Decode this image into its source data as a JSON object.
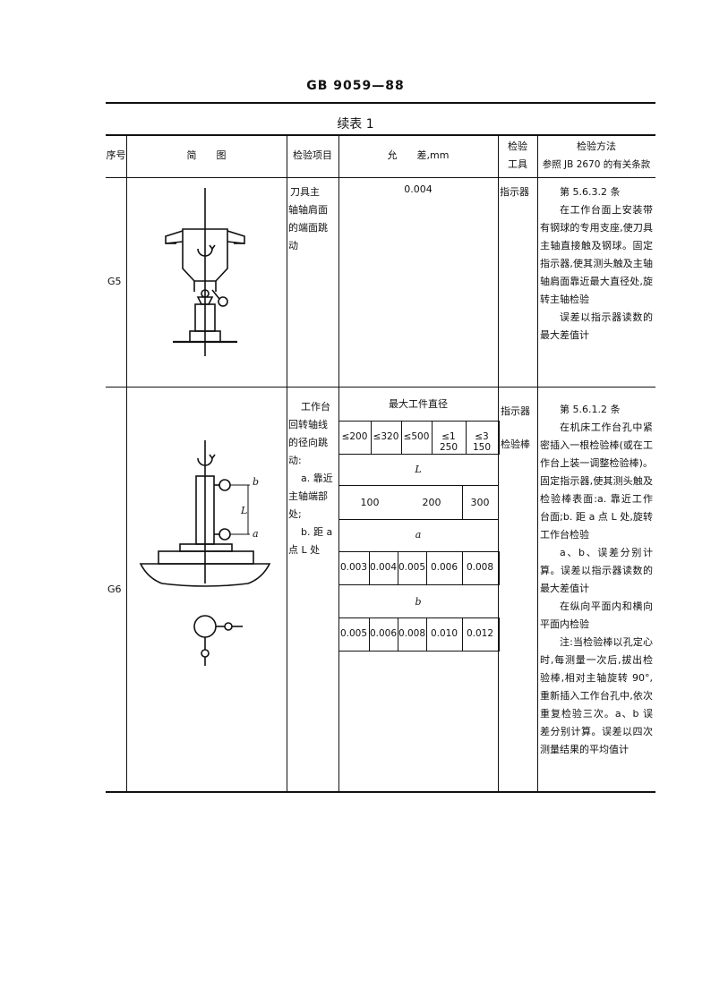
{
  "header": {
    "std_number": "GB 9059—88",
    "caption": "续表 1"
  },
  "table_headers": {
    "seq": "序号",
    "diagram": "简　　图",
    "item": "检验项目",
    "tolerance": "允　　差,mm",
    "tool_line1": "检验",
    "tool_line2": "工具",
    "method_line1": "检验方法",
    "method_line2": "参照 JB 2670 的有关条款"
  },
  "rows": [
    {
      "id": "G5",
      "item_lines": [
        "刀具主",
        "轴轴肩面",
        "的端面跳",
        "动"
      ],
      "tolerance": "0.004",
      "tool": "指示器",
      "method": [
        "第 5.6.3.2 条",
        "在工作台面上安装带有钢球的专用支座,使刀具主轴直接触及钢球。固定指示器,使其测头触及主轴轴肩面靠近最大直径处,旋转主轴检验",
        "误差以指示器读数的最大差值计"
      ]
    },
    {
      "id": "G6",
      "item_lines": [
        "工作台",
        "回转轴线",
        "的径向跳",
        "动:",
        "a. 靠近",
        "主轴端部",
        "处;",
        "b. 距 a",
        "点 L 处"
      ],
      "tolerance_table": {
        "title": "最大工件直径",
        "diameters": [
          "≤200",
          "≤320",
          "≤500",
          "≤1 250",
          "≤3 150"
        ],
        "l_label": "L",
        "l_values": [
          "100",
          "200",
          "300"
        ],
        "a_label": "a",
        "a_values": [
          "0.003",
          "0.004",
          "0.005",
          "0.006",
          "0.008"
        ],
        "b_label": "b",
        "b_values": [
          "0.005",
          "0.006",
          "0.008",
          "0.010",
          "0.012"
        ]
      },
      "tool_line1": "指示器",
      "tool_line2": "检验棒",
      "method": [
        "第 5.6.1.2 条",
        "在机床工作台孔中紧密插入一根检验棒(或在工作台上装一调整检验棒)。固定指示器,使其测头触及检验棒表面:a. 靠近工作台面;b. 距 a 点 L 处,旋转工作台检验",
        "a、b、误差分别计算。误差以指示器读数的最大差值计",
        "在纵向平面内和横向平面内检验",
        "注:当检验棒以孔定心时,每测量一次后,拔出检验棒,相对主轴旋转 90°,重新插入工作台孔中,依次重复检验三次。a、b 误差分别计算。误差以四次测量结果的平均值计"
      ]
    }
  ],
  "diagram_labels": {
    "b": "b",
    "a": "a",
    "L": "L"
  }
}
